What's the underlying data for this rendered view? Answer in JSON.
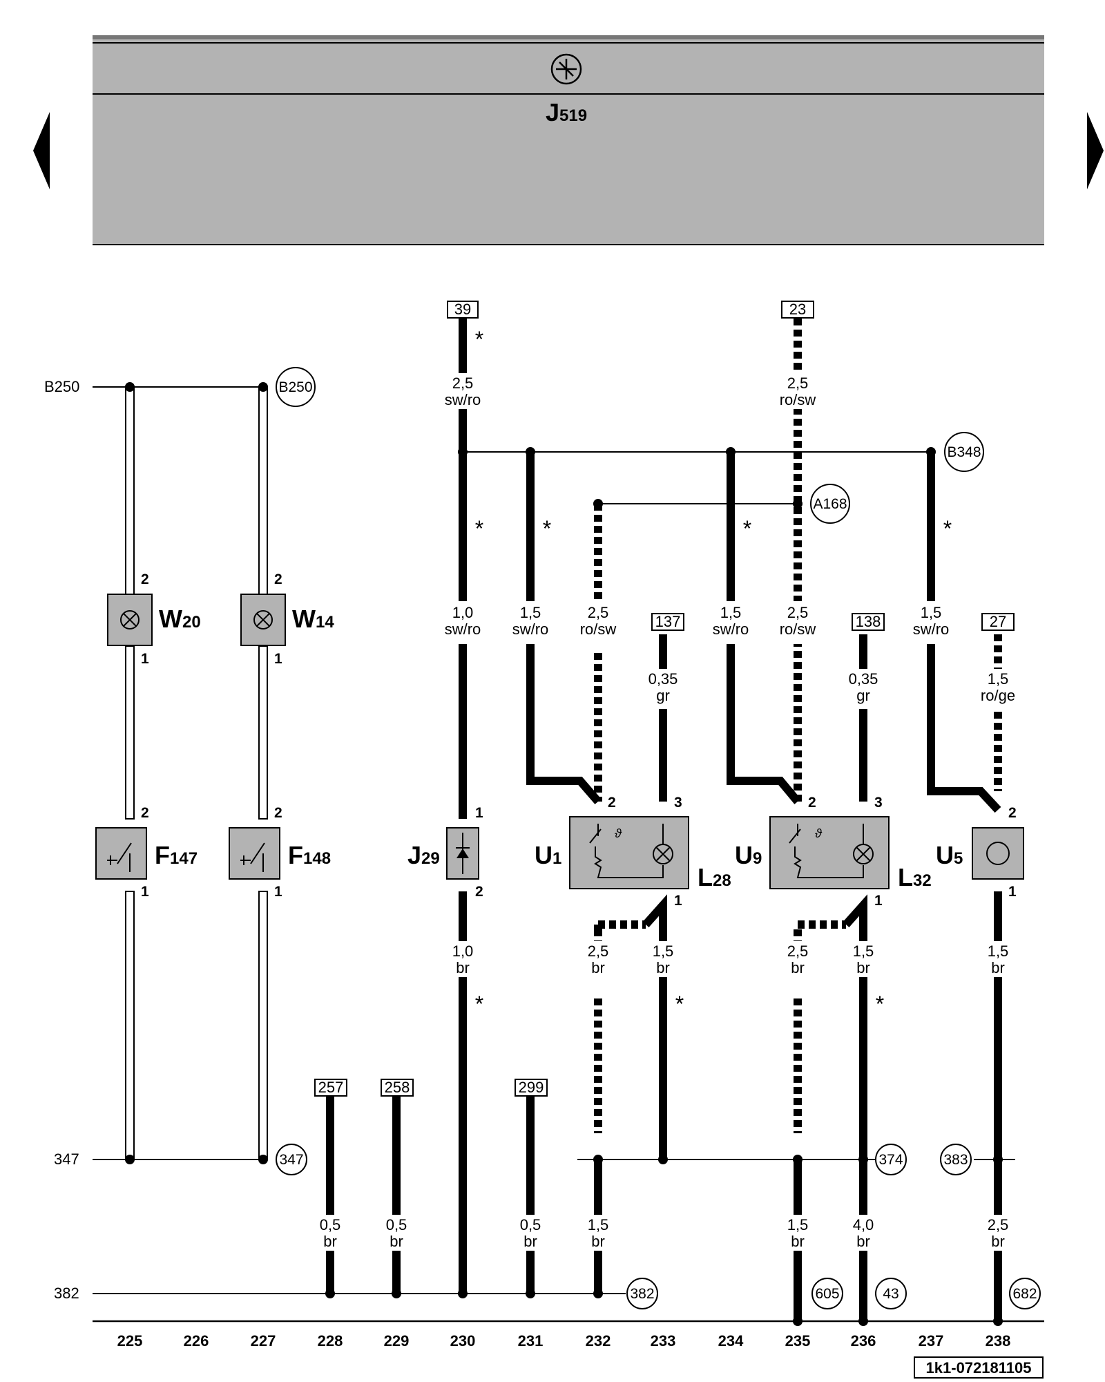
{
  "header": {
    "symbol": "asterisk-circle-icon",
    "unit_main": "J",
    "unit_sub": "519",
    "fill_color": "#b3b3b3"
  },
  "nav": {
    "prev": "previous-page-arrow",
    "next": "next-page-arrow"
  },
  "left_labels": {
    "top": "B250",
    "mid": "347",
    "bottom": "382"
  },
  "nodes": {
    "b250": "B250",
    "b348": "B348",
    "a168": "A168",
    "n347": "347",
    "n374": "374",
    "n383": "383",
    "n382": "382",
    "n605": "605",
    "n43": "43",
    "n682": "682"
  },
  "refs": {
    "r39": "39",
    "r23": "23",
    "r137": "137",
    "r138": "138",
    "r27": "27",
    "r257": "257",
    "r258": "258",
    "r299": "299"
  },
  "wires": {
    "w230_top": [
      "2,5",
      "sw/ro"
    ],
    "w235_top": [
      "2,5",
      "ro/sw"
    ],
    "w230_mid": [
      "1,0",
      "sw/ro"
    ],
    "w231_mid": [
      "1,5",
      "sw/ro"
    ],
    "w232_mid": [
      "2,5",
      "ro/sw"
    ],
    "w233_mid": [
      "0,35",
      "gr"
    ],
    "w234_mid": [
      "1,5",
      "sw/ro"
    ],
    "w235_mid": [
      "2,5",
      "ro/sw"
    ],
    "w236_mid": [
      "0,35",
      "gr"
    ],
    "w237_mid": [
      "1,5",
      "sw/ro"
    ],
    "w238_mid": [
      "1,5",
      "ro/ge"
    ],
    "w230_low": [
      "1,0",
      "br"
    ],
    "w232_low": [
      "2,5",
      "br"
    ],
    "w233_low": [
      "1,5",
      "br"
    ],
    "w235_low": [
      "2,5",
      "br"
    ],
    "w236_low": [
      "1,5",
      "br"
    ],
    "w238_low": [
      "1,5",
      "br"
    ],
    "w228_bot": [
      "0,5",
      "br"
    ],
    "w229_bot": [
      "0,5",
      "br"
    ],
    "w231_bot": [
      "0,5",
      "br"
    ],
    "w232_bot": [
      "1,5",
      "br"
    ],
    "w235_bot": [
      "1,5",
      "br"
    ],
    "w236_bot": [
      "4,0",
      "br"
    ],
    "w238_bot": [
      "2,5",
      "br"
    ]
  },
  "components": {
    "W20": {
      "main": "W",
      "sub": "20"
    },
    "W14": {
      "main": "W",
      "sub": "14"
    },
    "F147": {
      "main": "F",
      "sub": "147"
    },
    "F148": {
      "main": "F",
      "sub": "148"
    },
    "J29": {
      "main": "J",
      "sub": "29"
    },
    "U1": {
      "main": "U",
      "sub": "1"
    },
    "L28": {
      "main": "L",
      "sub": "28"
    },
    "U9": {
      "main": "U",
      "sub": "9"
    },
    "L32": {
      "main": "L",
      "sub": "32"
    },
    "U5": {
      "main": "U",
      "sub": "5"
    }
  },
  "pins": {
    "p1": "1",
    "p2": "2",
    "p3": "3"
  },
  "asterisk": "*",
  "columns": [
    "225",
    "226",
    "227",
    "228",
    "229",
    "230",
    "231",
    "232",
    "233",
    "234",
    "235",
    "236",
    "237",
    "238"
  ],
  "footer_code": "1k1-072181105"
}
